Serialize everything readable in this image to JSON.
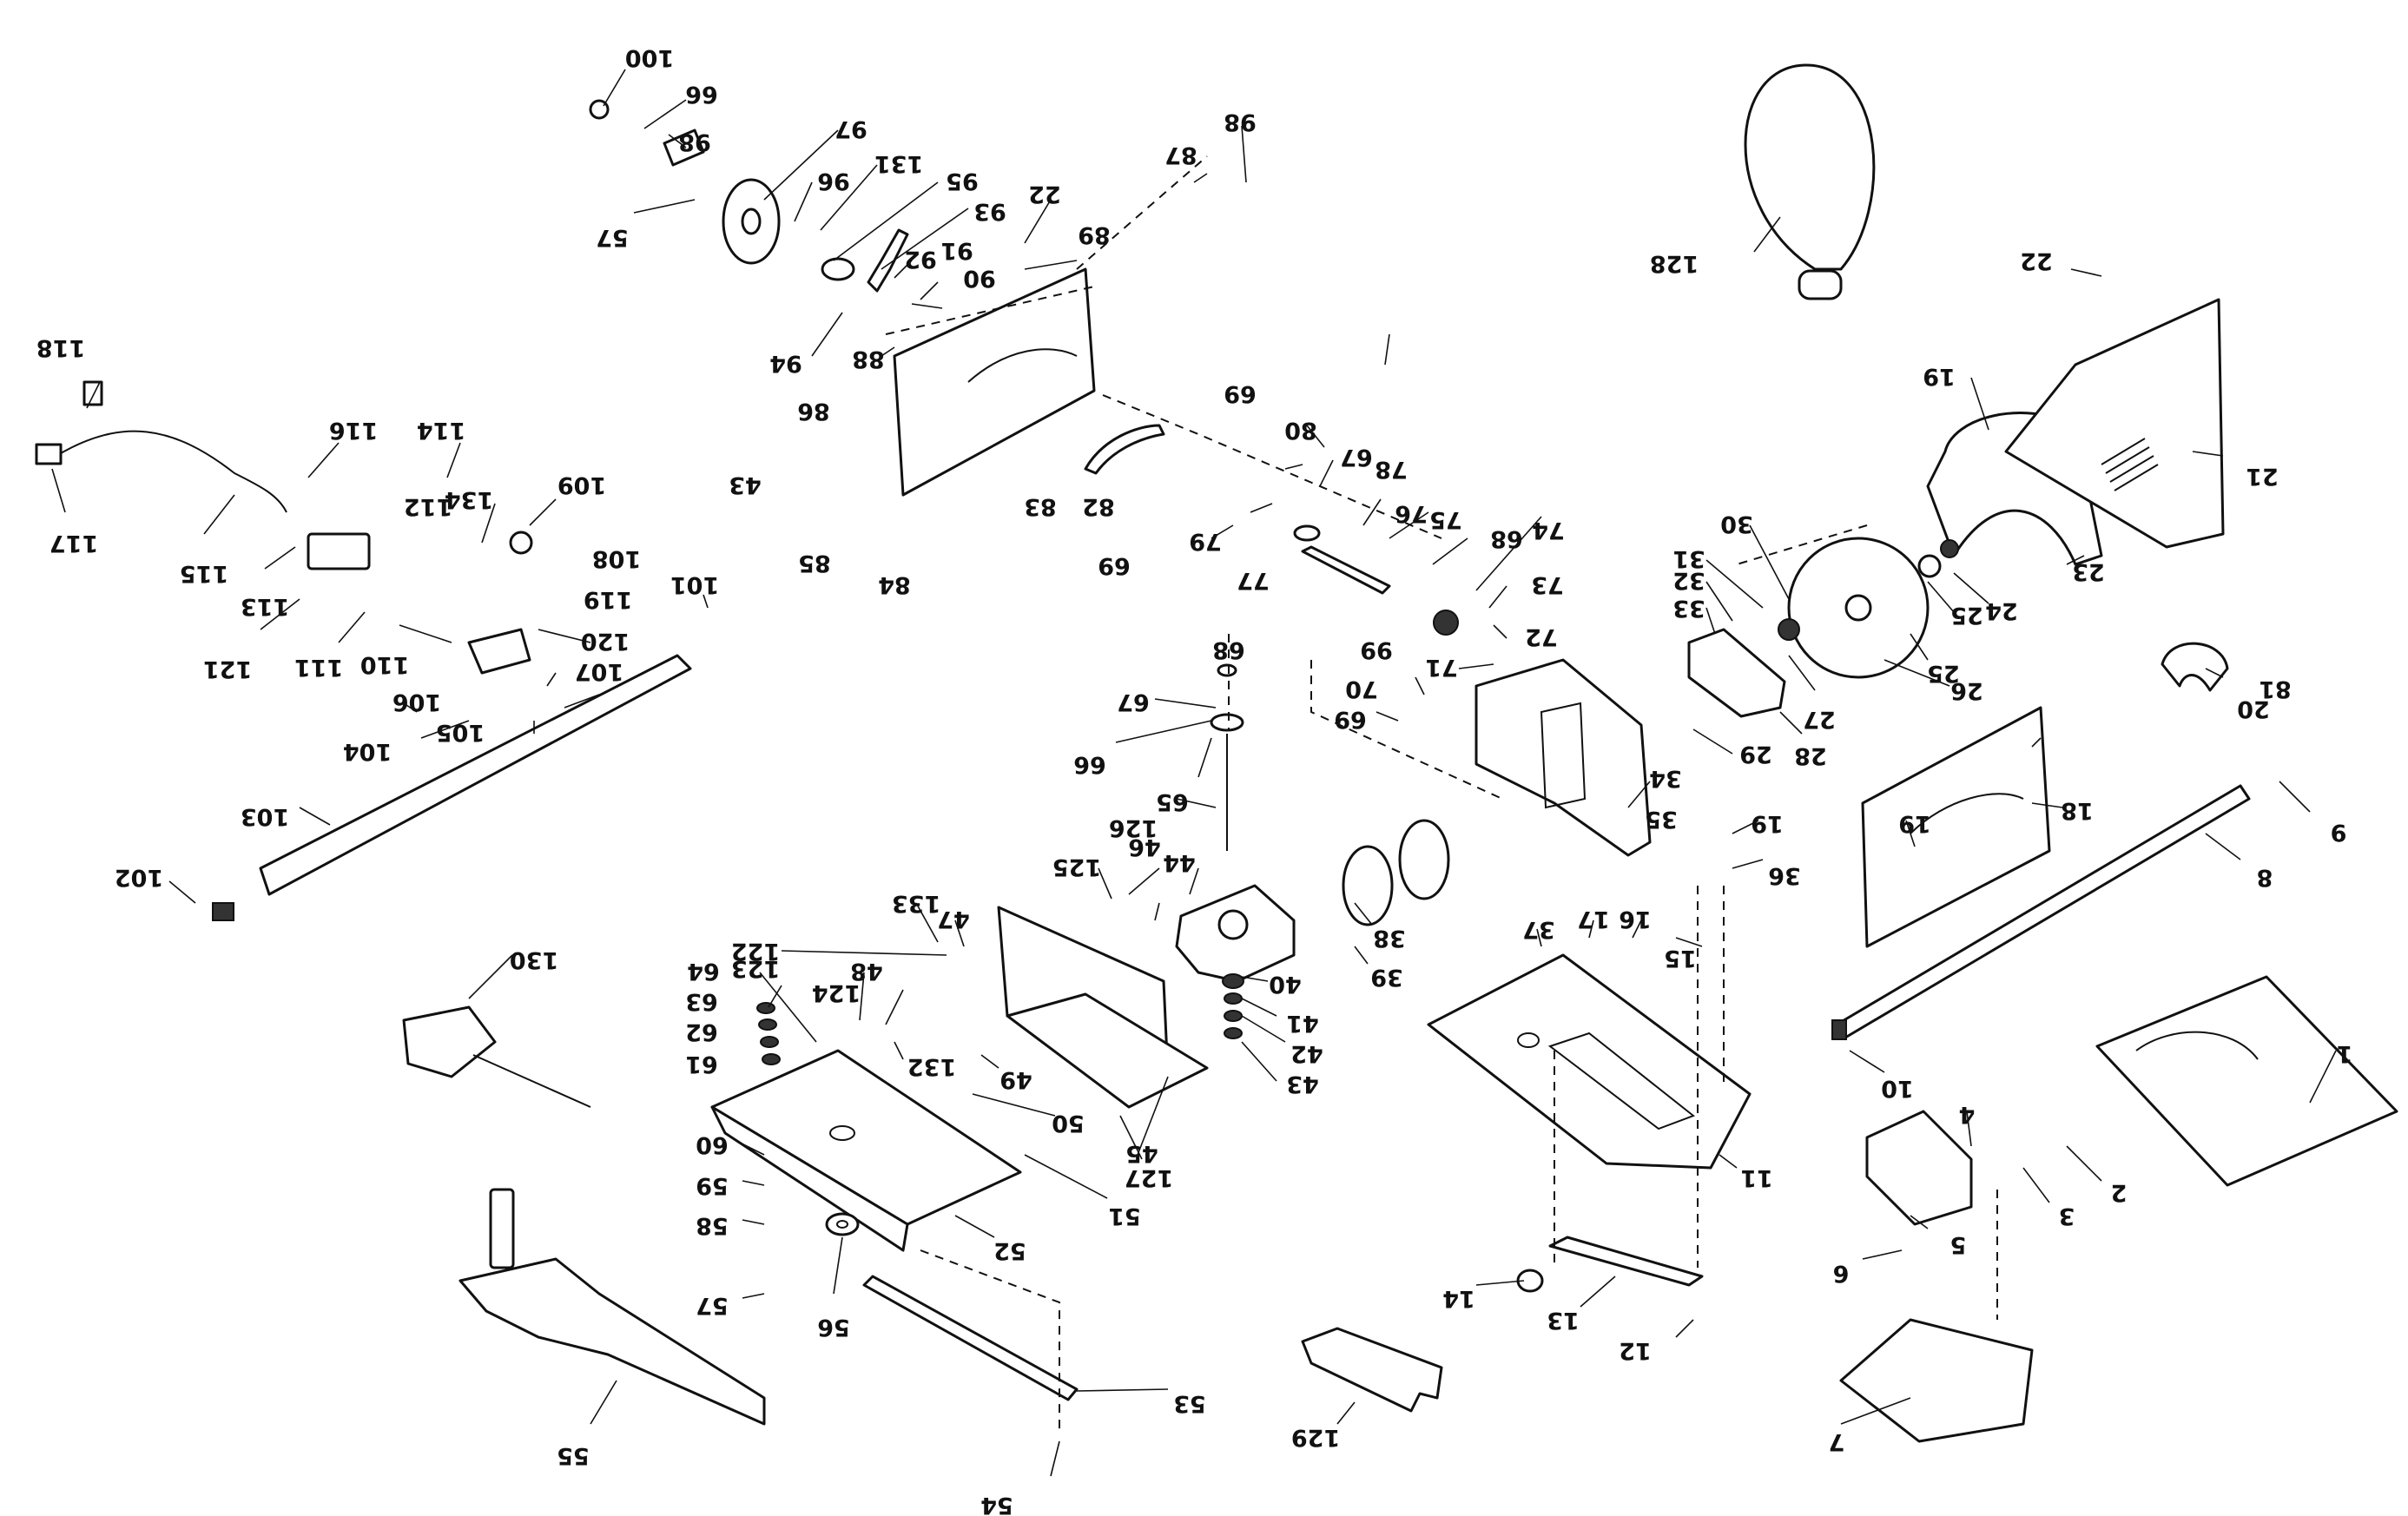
{
  "labels": [
    {
      "id": "L1",
      "text": "100"
    },
    {
      "id": "L2",
      "text": "66"
    },
    {
      "id": "L3",
      "text": "98"
    },
    {
      "id": "L4",
      "text": "97"
    },
    {
      "id": "L5",
      "text": "131"
    },
    {
      "id": "L6",
      "text": "96"
    },
    {
      "id": "L7",
      "text": "95"
    },
    {
      "id": "L8",
      "text": "57"
    },
    {
      "id": "L9",
      "text": "93"
    },
    {
      "id": "L10",
      "text": "22"
    },
    {
      "id": "L11",
      "text": "98"
    },
    {
      "id": "L12",
      "text": "87"
    },
    {
      "id": "L13",
      "text": "89"
    },
    {
      "id": "L14",
      "text": "92"
    },
    {
      "id": "L15",
      "text": "91"
    },
    {
      "id": "L16",
      "text": "90"
    },
    {
      "id": "L17",
      "text": "94"
    },
    {
      "id": "L18",
      "text": "88"
    },
    {
      "id": "L19",
      "text": "128"
    },
    {
      "id": "L20",
      "text": "22"
    },
    {
      "id": "L21",
      "text": "118"
    },
    {
      "id": "L22",
      "text": "116"
    },
    {
      "id": "L23",
      "text": "114"
    },
    {
      "id": "L24",
      "text": "134"
    },
    {
      "id": "L25",
      "text": "109"
    },
    {
      "id": "L26",
      "text": "112"
    },
    {
      "id": "L27",
      "text": "117"
    },
    {
      "id": "L28",
      "text": "115"
    },
    {
      "id": "L29",
      "text": "113"
    },
    {
      "id": "L30",
      "text": "108"
    },
    {
      "id": "L31",
      "text": "119"
    },
    {
      "id": "L32",
      "text": "121"
    },
    {
      "id": "L33",
      "text": "111"
    },
    {
      "id": "L34",
      "text": "110"
    },
    {
      "id": "L35",
      "text": "120"
    },
    {
      "id": "L36",
      "text": "107"
    },
    {
      "id": "L37",
      "text": "106"
    },
    {
      "id": "L38",
      "text": "105"
    },
    {
      "id": "L39",
      "text": "101"
    },
    {
      "id": "L40",
      "text": "104"
    },
    {
      "id": "L41",
      "text": "103"
    },
    {
      "id": "L42",
      "text": "102"
    },
    {
      "id": "L43",
      "text": "43"
    },
    {
      "id": "L44",
      "text": "86"
    },
    {
      "id": "L45",
      "text": "85"
    },
    {
      "id": "L46",
      "text": "84"
    },
    {
      "id": "L47",
      "text": "83"
    },
    {
      "id": "L48",
      "text": "82"
    },
    {
      "id": "L49",
      "text": "69"
    },
    {
      "id": "L50",
      "text": "69"
    },
    {
      "id": "L51",
      "text": "80"
    },
    {
      "id": "L52",
      "text": "79"
    },
    {
      "id": "L53",
      "text": "67"
    },
    {
      "id": "L54",
      "text": "78"
    },
    {
      "id": "L55",
      "text": "77"
    },
    {
      "id": "L56",
      "text": "76"
    },
    {
      "id": "L57",
      "text": "75"
    },
    {
      "id": "L58",
      "text": "68"
    },
    {
      "id": "L59",
      "text": "74"
    },
    {
      "id": "L60",
      "text": "73"
    },
    {
      "id": "L61",
      "text": "72"
    },
    {
      "id": "L62",
      "text": "99"
    },
    {
      "id": "L63",
      "text": "71"
    },
    {
      "id": "L64",
      "text": "70"
    },
    {
      "id": "L65",
      "text": "69"
    },
    {
      "id": "L66",
      "text": "19"
    },
    {
      "id": "L67",
      "text": "21"
    },
    {
      "id": "L68",
      "text": "30"
    },
    {
      "id": "L69",
      "text": "31"
    },
    {
      "id": "L70",
      "text": "32"
    },
    {
      "id": "L71",
      "text": "33"
    },
    {
      "id": "L72",
      "text": "23"
    },
    {
      "id": "L73",
      "text": "24"
    },
    {
      "id": "L74",
      "text": "25"
    },
    {
      "id": "L75",
      "text": "25"
    },
    {
      "id": "L76",
      "text": "26"
    },
    {
      "id": "L77",
      "text": "27"
    },
    {
      "id": "L78",
      "text": "28"
    },
    {
      "id": "L79",
      "text": "29"
    },
    {
      "id": "L80",
      "text": "34"
    },
    {
      "id": "L81",
      "text": "35"
    },
    {
      "id": "L82",
      "text": "81"
    },
    {
      "id": "L83",
      "text": "20"
    },
    {
      "id": "L84",
      "text": "18"
    },
    {
      "id": "L85",
      "text": "19"
    },
    {
      "id": "L86",
      "text": "36"
    },
    {
      "id": "L87",
      "text": "19"
    },
    {
      "id": "L88",
      "text": "9"
    },
    {
      "id": "L89",
      "text": "8"
    },
    {
      "id": "L90",
      "text": "68"
    },
    {
      "id": "L91",
      "text": "67"
    },
    {
      "id": "L92",
      "text": "66"
    },
    {
      "id": "L93",
      "text": "65"
    },
    {
      "id": "L94",
      "text": "126"
    },
    {
      "id": "L95",
      "text": "46"
    },
    {
      "id": "L96",
      "text": "44"
    },
    {
      "id": "L97",
      "text": "125"
    },
    {
      "id": "L98",
      "text": "38"
    },
    {
      "id": "L99",
      "text": "39"
    },
    {
      "id": "L100",
      "text": "37"
    },
    {
      "id": "L101",
      "text": "17"
    },
    {
      "id": "L102",
      "text": "16"
    },
    {
      "id": "L103",
      "text": "15"
    },
    {
      "id": "L104",
      "text": "133"
    },
    {
      "id": "L105",
      "text": "47"
    },
    {
      "id": "L106",
      "text": "122"
    },
    {
      "id": "L107",
      "text": "123"
    },
    {
      "id": "L108",
      "text": "64"
    },
    {
      "id": "L109",
      "text": "48"
    },
    {
      "id": "L110",
      "text": "124"
    },
    {
      "id": "L111",
      "text": "63"
    },
    {
      "id": "L112",
      "text": "62"
    },
    {
      "id": "L113",
      "text": "61"
    },
    {
      "id": "L114",
      "text": "132"
    },
    {
      "id": "L115",
      "text": "40"
    },
    {
      "id": "L116",
      "text": "41"
    },
    {
      "id": "L117",
      "text": "42"
    },
    {
      "id": "L118",
      "text": "43"
    },
    {
      "id": "L119",
      "text": "49"
    },
    {
      "id": "L120",
      "text": "130"
    },
    {
      "id": "L121",
      "text": "50"
    },
    {
      "id": "L122",
      "text": "127"
    },
    {
      "id": "L123",
      "text": "45"
    },
    {
      "id": "L124",
      "text": "60"
    },
    {
      "id": "L125",
      "text": "51"
    },
    {
      "id": "L126",
      "text": "59"
    },
    {
      "id": "L127",
      "text": "52"
    },
    {
      "id": "L128",
      "text": "58"
    },
    {
      "id": "L129",
      "text": "56"
    },
    {
      "id": "L130",
      "text": "57"
    },
    {
      "id": "L131",
      "text": "55"
    },
    {
      "id": "L132",
      "text": "53"
    },
    {
      "id": "L133",
      "text": "54"
    },
    {
      "id": "L134",
      "text": "11"
    },
    {
      "id": "L135",
      "text": "14"
    },
    {
      "id": "L136",
      "text": "13"
    },
    {
      "id": "L137",
      "text": "12"
    },
    {
      "id": "L138",
      "text": "129"
    },
    {
      "id": "L139",
      "text": "10"
    },
    {
      "id": "L140",
      "text": "1"
    },
    {
      "id": "L141",
      "text": "4"
    },
    {
      "id": "L142",
      "text": "2"
    },
    {
      "id": "L143",
      "text": "3"
    },
    {
      "id": "L144",
      "text": "5"
    },
    {
      "id": "L145",
      "text": "6"
    },
    {
      "id": "L146",
      "text": "7"
    }
  ]
}
